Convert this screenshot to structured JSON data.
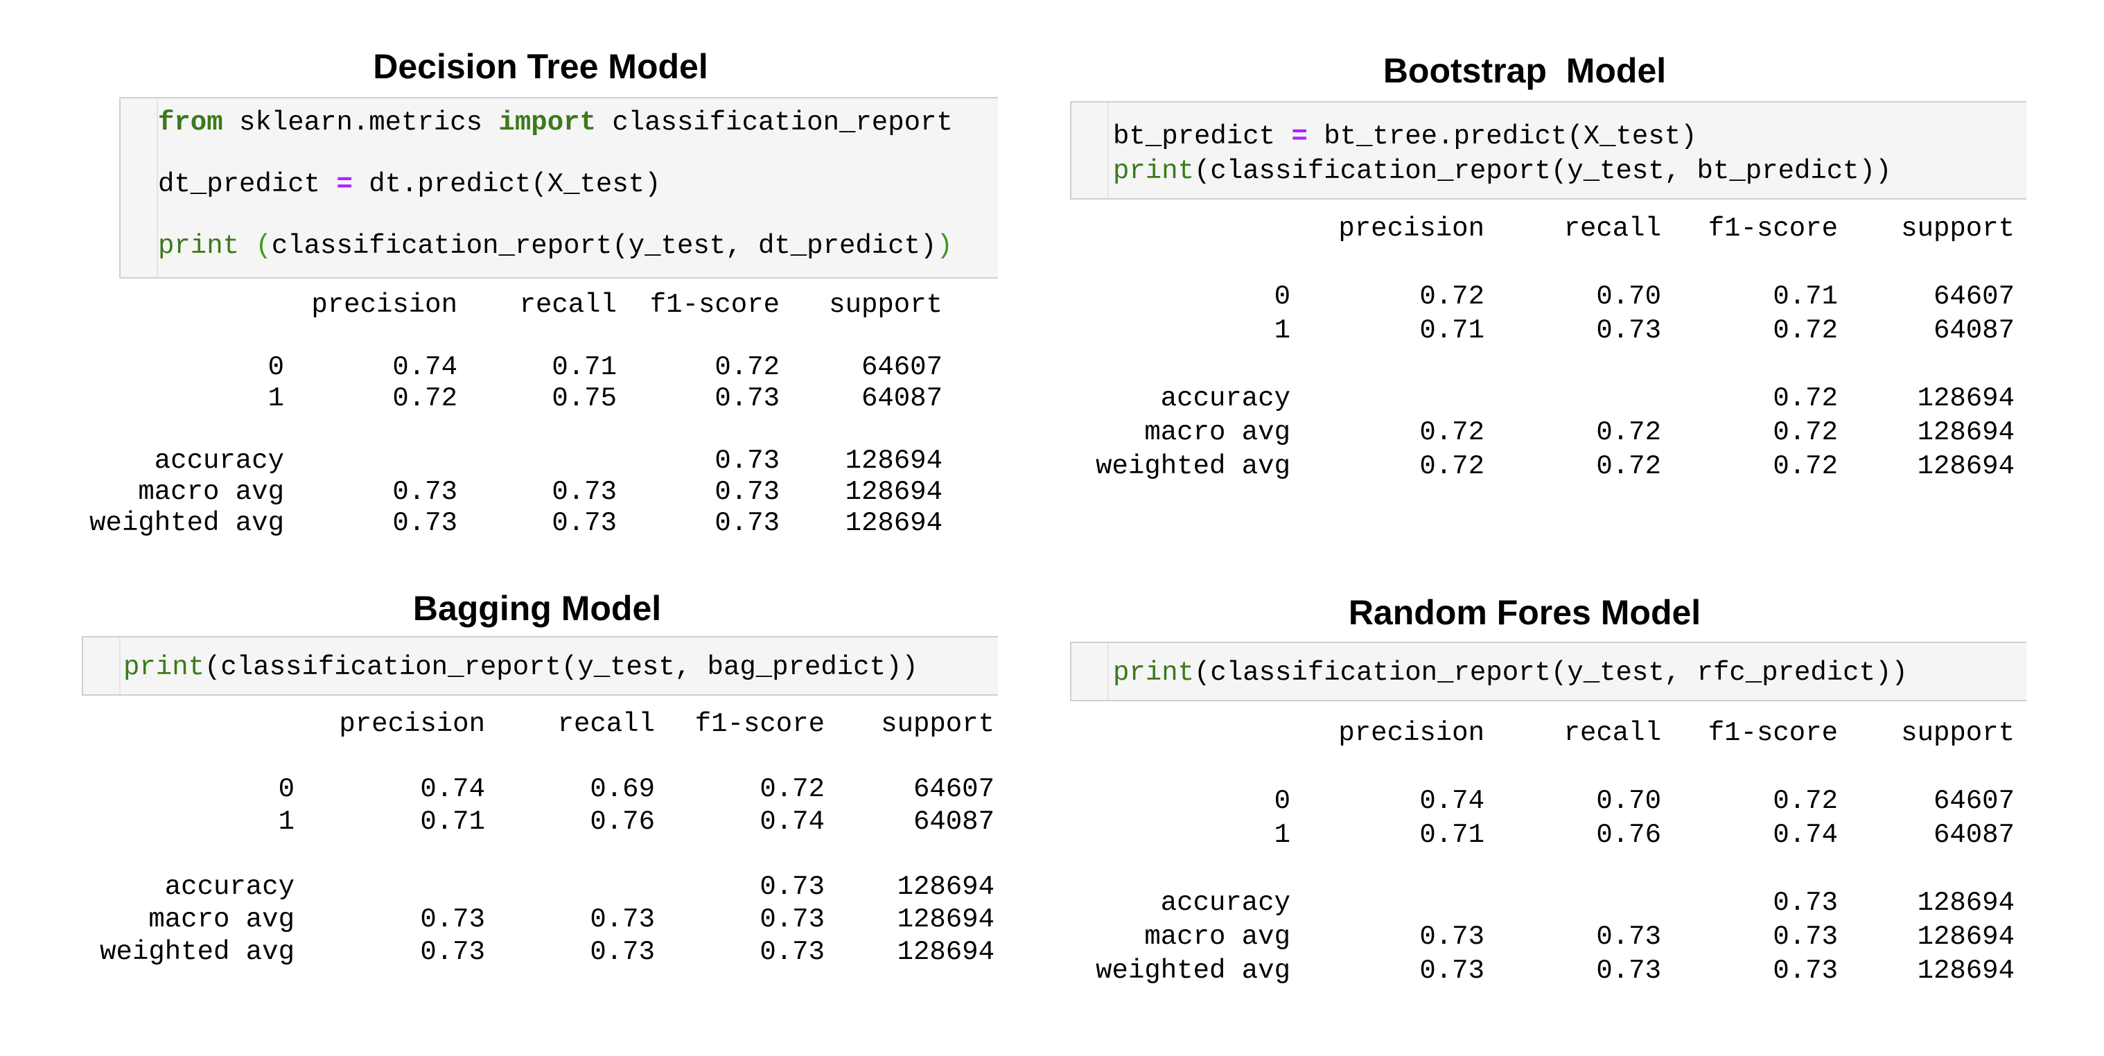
{
  "panels": [
    {
      "title": "Decision Tree Model",
      "code": [
        [
          {
            "t": "from",
            "c": "kw"
          },
          {
            "t": " sklearn.metrics "
          },
          {
            "t": "import",
            "c": "kw"
          },
          {
            "t": " classification_report"
          }
        ],
        [],
        [
          {
            "t": "dt_predict "
          },
          {
            "t": "=",
            "c": "op"
          },
          {
            "t": " dt.predict(X_test)"
          }
        ],
        [],
        [
          {
            "t": "print",
            "c": "fn"
          },
          {
            "t": " "
          },
          {
            "t": "(",
            "c": "pg"
          },
          {
            "t": "classification_report(y_test, dt_predict)"
          },
          {
            "t": ")",
            "c": "pg"
          }
        ]
      ],
      "report": {
        "headers": [
          "",
          "precision",
          "recall",
          "f1-score",
          "support"
        ],
        "rows": [
          [
            "0",
            "0.74",
            "0.71",
            "0.72",
            "64607"
          ],
          [
            "1",
            "0.72",
            "0.75",
            "0.73",
            "64087"
          ],
          [
            "",
            "",
            "",
            "",
            ""
          ],
          [
            "accuracy",
            "",
            "",
            "0.73",
            "128694"
          ],
          [
            "macro avg",
            "0.73",
            "0.73",
            "0.73",
            "128694"
          ],
          [
            "weighted avg",
            "0.73",
            "0.73",
            "0.73",
            "128694"
          ]
        ]
      }
    },
    {
      "title": "Bootstrap  Model",
      "code": [
        [
          {
            "t": "bt_predict "
          },
          {
            "t": "=",
            "c": "op"
          },
          {
            "t": " bt_tree.predict(X_test)"
          }
        ],
        [
          {
            "t": "print",
            "c": "fn"
          },
          {
            "t": "(classification_report(y_test, bt_predict))"
          }
        ]
      ],
      "report": {
        "headers": [
          "",
          "precision",
          "recall",
          "f1-score",
          "support"
        ],
        "rows": [
          [
            "0",
            "0.72",
            "0.70",
            "0.71",
            "64607"
          ],
          [
            "1",
            "0.71",
            "0.73",
            "0.72",
            "64087"
          ],
          [
            "",
            "",
            "",
            "",
            ""
          ],
          [
            "accuracy",
            "",
            "",
            "0.72",
            "128694"
          ],
          [
            "macro avg",
            "0.72",
            "0.72",
            "0.72",
            "128694"
          ],
          [
            "weighted avg",
            "0.72",
            "0.72",
            "0.72",
            "128694"
          ]
        ]
      }
    },
    {
      "title": "Bagging Model",
      "code": [
        [
          {
            "t": "print",
            "c": "fn"
          },
          {
            "t": "(classification_report(y_test, bag_predict))"
          }
        ]
      ],
      "report": {
        "headers": [
          "",
          "precision",
          "recall",
          "f1-score",
          "support"
        ],
        "rows": [
          [
            "0",
            "0.74",
            "0.69",
            "0.72",
            "64607"
          ],
          [
            "1",
            "0.71",
            "0.76",
            "0.74",
            "64087"
          ],
          [
            "",
            "",
            "",
            "",
            ""
          ],
          [
            "accuracy",
            "",
            "",
            "0.73",
            "128694"
          ],
          [
            "macro avg",
            "0.73",
            "0.73",
            "0.73",
            "128694"
          ],
          [
            "weighted avg",
            "0.73",
            "0.73",
            "0.73",
            "128694"
          ]
        ]
      }
    },
    {
      "title": "Random Fores Model",
      "code": [
        [
          {
            "t": "print",
            "c": "fn"
          },
          {
            "t": "(classification_report(y_test, rfc_predict))"
          }
        ]
      ],
      "report": {
        "headers": [
          "",
          "precision",
          "recall",
          "f1-score",
          "support"
        ],
        "rows": [
          [
            "0",
            "0.74",
            "0.70",
            "0.72",
            "64607"
          ],
          [
            "1",
            "0.71",
            "0.76",
            "0.74",
            "64087"
          ],
          [
            "",
            "",
            "",
            "",
            ""
          ],
          [
            "accuracy",
            "",
            "",
            "0.73",
            "128694"
          ],
          [
            "macro avg",
            "0.73",
            "0.73",
            "0.73",
            "128694"
          ],
          [
            "weighted avg",
            "0.73",
            "0.73",
            "0.73",
            "128694"
          ]
        ]
      }
    }
  ]
}
